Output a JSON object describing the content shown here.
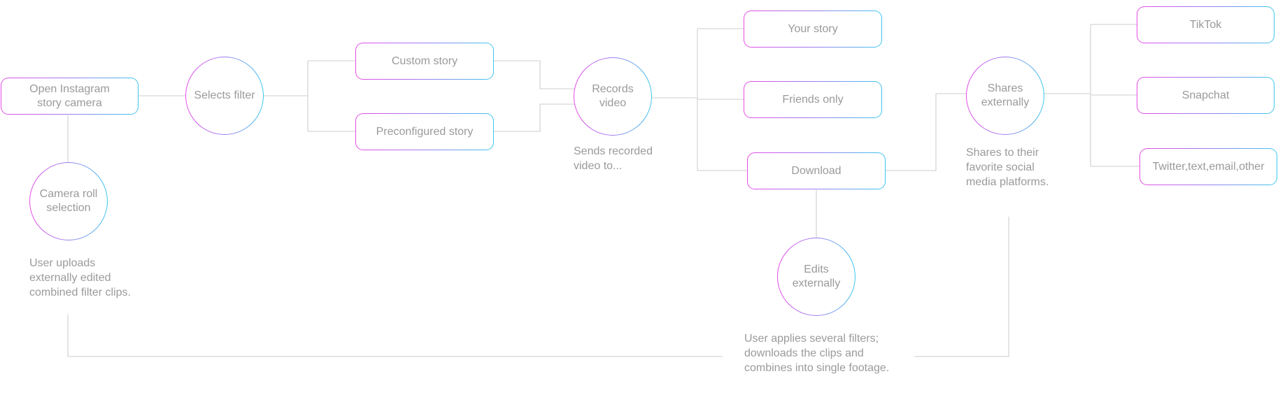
{
  "nodes": {
    "open_camera": "Open Instagram\nstory camera",
    "camera_roll": "Camera roll\nselection",
    "selects_filter": "Selects filter",
    "custom_story": "Custom story",
    "preconfigured_story": "Preconfigured story",
    "records_video": "Records\nvideo",
    "your_story": "Your story",
    "friends_only": "Friends only",
    "download": "Download",
    "edits_externally": "Edits\nexternally",
    "shares_externally": "Shares\nexternally",
    "tiktok": "TikTok",
    "snapchat": "Snapchat",
    "twitter_text_email_other": "Twitter,text,email,other"
  },
  "notes": {
    "user_uploads": "User uploads\nexternally edited\ncombined filter clips.",
    "sends_recorded": "Sends recorded\nvideo to...",
    "shares_to_platforms": "Shares to their\nfavorite social\nmedia platforms.",
    "user_applies_filters": "User applies several filters;\ndownloads the clips and\ncombines into single footage."
  },
  "colors": {
    "gradient_start": "#e64ce6",
    "gradient_mid": "#9b7cf0",
    "gradient_end": "#3cc8ec",
    "connector": "#d6d6d6",
    "text": "#9a9a9a",
    "background": "#ffffff"
  }
}
